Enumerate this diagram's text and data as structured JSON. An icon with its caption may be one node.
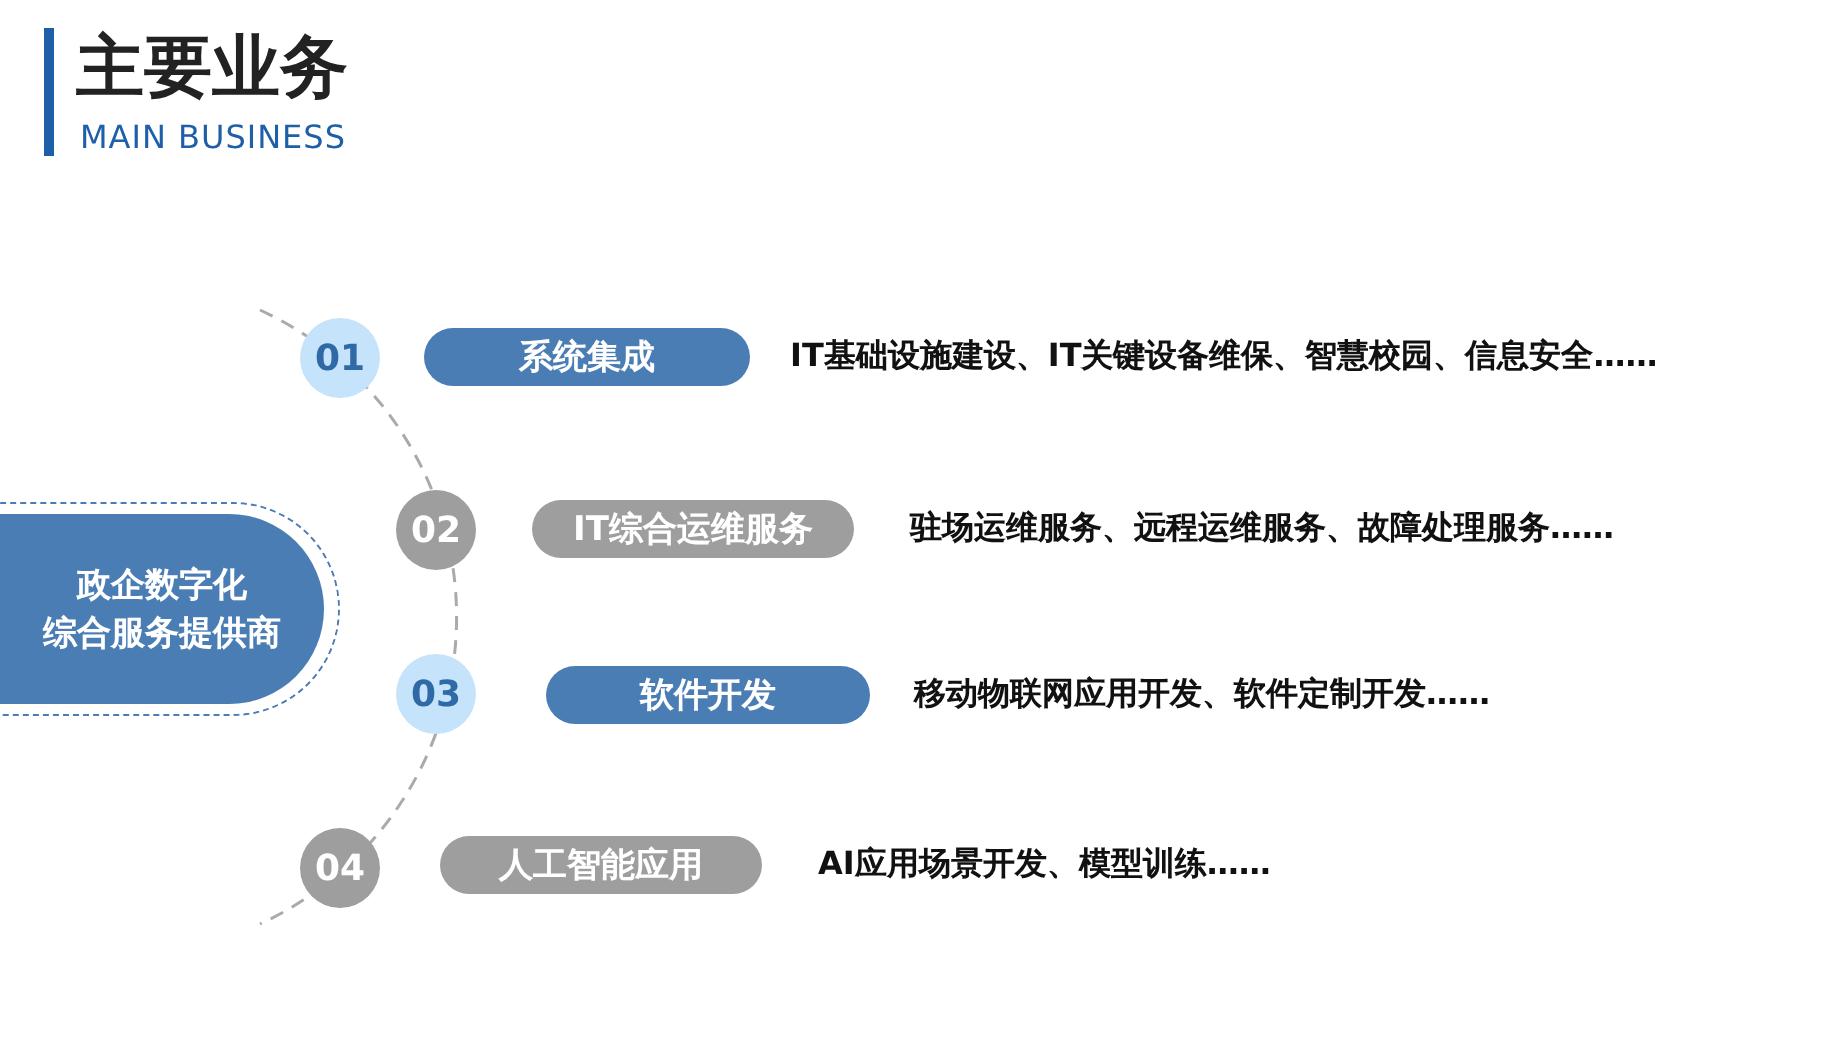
{
  "diagram": {
    "title": "主要业务",
    "labels": [
      "MAIN BUSINESS"
    ],
    "nodes": [
      {
        "text": [
          "政企数字化",
          "综合服务提供商"
        ]
      },
      {
        "text": [
          "01"
        ]
      },
      {
        "text": [
          "02"
        ]
      },
      {
        "text": [
          "03"
        ]
      },
      {
        "text": [
          "04"
        ]
      },
      {
        "text": [
          "系统集成"
        ],
        "beside": [
          "IT基础设施建设、IT关键设备维保、智慧校园、信息安全……"
        ]
      },
      {
        "text": [
          "IT综合运维服务"
        ],
        "beside": [
          "驻场运维服务、远程运维服务、故障处理服务……"
        ]
      },
      {
        "text": [
          "软件开发"
        ],
        "beside": [
          "移动物联网应用开发、软件定制开发……"
        ]
      },
      {
        "text": [
          "人工智能应用"
        ],
        "beside": [
          "AI应用场景开发、模型训练……"
        ]
      }
    ]
  }
}
